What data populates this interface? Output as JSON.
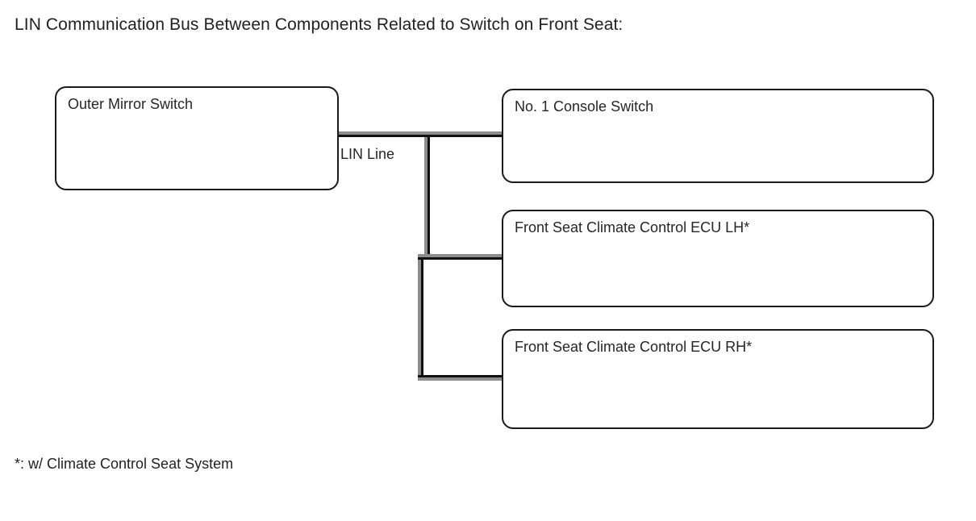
{
  "diagram": {
    "title": "LIN Communication Bus Between Components Related to Switch on Front Seat:",
    "footnote": "*: w/ Climate Control Seat System",
    "bus_label": "LIN Line",
    "source_node": {
      "label": "Outer Mirror Switch"
    },
    "target_nodes": [
      {
        "label": "No. 1 Console Switch"
      },
      {
        "label": "Front Seat Climate Control ECU LH*"
      },
      {
        "label": "Front Seat Climate Control ECU RH*"
      }
    ],
    "colors": {
      "background": "#ffffff",
      "box_border": "#1a1a1a",
      "text": "#262626",
      "line_black": "#111111",
      "line_grey": "#8d8d8d"
    }
  }
}
